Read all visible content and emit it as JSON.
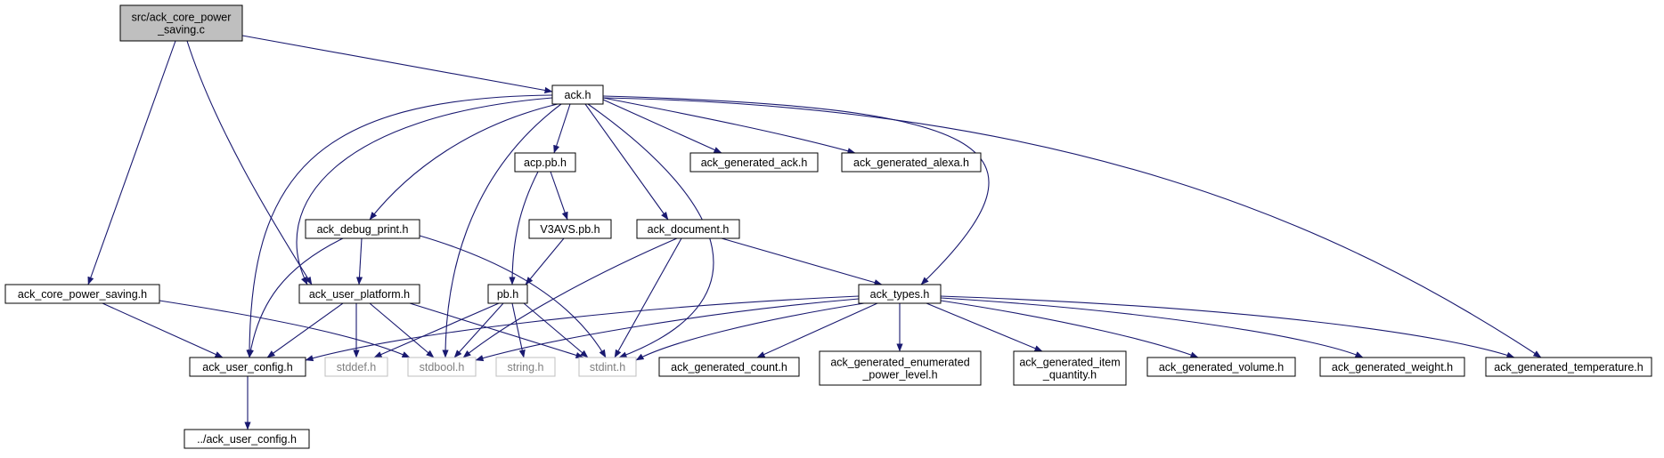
{
  "colors": {
    "edge": "#191970",
    "node_border": "#000000",
    "system_border": "#bfbfbf",
    "system_text": "#7f7f7f",
    "root_fill": "#bfbfbf",
    "text": "#000000"
  },
  "graph": {
    "nodes": [
      {
        "id": "root",
        "lines": [
          "src/ack_core_power",
          "_saving.c"
        ],
        "kind": "root"
      },
      {
        "id": "ack_h",
        "lines": [
          "ack.h"
        ],
        "kind": "normal"
      },
      {
        "id": "acp_pb_h",
        "lines": [
          "acp.pb.h"
        ],
        "kind": "normal"
      },
      {
        "id": "ack_generated_ack_h",
        "lines": [
          "ack_generated_ack.h"
        ],
        "kind": "normal"
      },
      {
        "id": "ack_generated_alexa_h",
        "lines": [
          "ack_generated_alexa.h"
        ],
        "kind": "normal"
      },
      {
        "id": "ack_debug_print_h",
        "lines": [
          "ack_debug_print.h"
        ],
        "kind": "normal"
      },
      {
        "id": "v3avs_pb_h",
        "lines": [
          "V3AVS.pb.h"
        ],
        "kind": "normal"
      },
      {
        "id": "ack_document_h",
        "lines": [
          "ack_document.h"
        ],
        "kind": "normal"
      },
      {
        "id": "ack_core_power_saving_h",
        "lines": [
          "ack_core_power_saving.h"
        ],
        "kind": "normal"
      },
      {
        "id": "ack_user_platform_h",
        "lines": [
          "ack_user_platform.h"
        ],
        "kind": "normal"
      },
      {
        "id": "pb_h",
        "lines": [
          "pb.h"
        ],
        "kind": "normal"
      },
      {
        "id": "ack_types_h",
        "lines": [
          "ack_types.h"
        ],
        "kind": "normal"
      },
      {
        "id": "ack_user_config_h",
        "lines": [
          "ack_user_config.h"
        ],
        "kind": "normal"
      },
      {
        "id": "stddef_h",
        "lines": [
          "stddef.h"
        ],
        "kind": "system"
      },
      {
        "id": "stdbool_h",
        "lines": [
          "stdbool.h"
        ],
        "kind": "system"
      },
      {
        "id": "string_h",
        "lines": [
          "string.h"
        ],
        "kind": "system"
      },
      {
        "id": "stdint_h",
        "lines": [
          "stdint.h"
        ],
        "kind": "system"
      },
      {
        "id": "ack_generated_count_h",
        "lines": [
          "ack_generated_count.h"
        ],
        "kind": "normal"
      },
      {
        "id": "ack_generated_enumerated_power_level_h",
        "lines": [
          "ack_generated_enumerated",
          "_power_level.h"
        ],
        "kind": "normal"
      },
      {
        "id": "ack_generated_item_quantity_h",
        "lines": [
          "ack_generated_item",
          "_quantity.h"
        ],
        "kind": "normal"
      },
      {
        "id": "ack_generated_volume_h",
        "lines": [
          "ack_generated_volume.h"
        ],
        "kind": "normal"
      },
      {
        "id": "ack_generated_weight_h",
        "lines": [
          "ack_generated_weight.h"
        ],
        "kind": "normal"
      },
      {
        "id": "ack_generated_temperature_h",
        "lines": [
          "ack_generated_temperature.h"
        ],
        "kind": "normal"
      },
      {
        "id": "parent_ack_user_config_h",
        "lines": [
          "../ack_user_config.h"
        ],
        "kind": "normal"
      }
    ],
    "edges": [
      [
        "root",
        "ack_h"
      ],
      [
        "root",
        "ack_core_power_saving_h"
      ],
      [
        "root",
        "ack_user_platform_h"
      ],
      [
        "ack_h",
        "acp_pb_h"
      ],
      [
        "ack_h",
        "ack_generated_ack_h"
      ],
      [
        "ack_h",
        "ack_generated_alexa_h"
      ],
      [
        "ack_h",
        "ack_debug_print_h"
      ],
      [
        "ack_h",
        "ack_document_h"
      ],
      [
        "ack_h",
        "ack_types_h"
      ],
      [
        "ack_h",
        "ack_generated_temperature_h"
      ],
      [
        "ack_h",
        "ack_user_config_h"
      ],
      [
        "ack_h",
        "ack_user_platform_h"
      ],
      [
        "ack_h",
        "stdbool_h"
      ],
      [
        "ack_h",
        "stdint_h"
      ],
      [
        "acp_pb_h",
        "v3avs_pb_h"
      ],
      [
        "acp_pb_h",
        "pb_h"
      ],
      [
        "v3avs_pb_h",
        "pb_h"
      ],
      [
        "ack_debug_print_h",
        "ack_user_platform_h"
      ],
      [
        "ack_debug_print_h",
        "ack_user_config_h"
      ],
      [
        "ack_debug_print_h",
        "stdint_h"
      ],
      [
        "ack_document_h",
        "ack_types_h"
      ],
      [
        "ack_document_h",
        "stdbool_h"
      ],
      [
        "ack_document_h",
        "stdint_h"
      ],
      [
        "ack_core_power_saving_h",
        "ack_user_config_h"
      ],
      [
        "ack_core_power_saving_h",
        "stdbool_h"
      ],
      [
        "ack_user_platform_h",
        "ack_user_config_h"
      ],
      [
        "ack_user_platform_h",
        "stddef_h"
      ],
      [
        "ack_user_platform_h",
        "stdbool_h"
      ],
      [
        "ack_user_platform_h",
        "stdint_h"
      ],
      [
        "pb_h",
        "stddef_h"
      ],
      [
        "pb_h",
        "stdbool_h"
      ],
      [
        "pb_h",
        "string_h"
      ],
      [
        "pb_h",
        "stdint_h"
      ],
      [
        "ack_types_h",
        "ack_user_config_h"
      ],
      [
        "ack_types_h",
        "stdbool_h"
      ],
      [
        "ack_types_h",
        "stdint_h"
      ],
      [
        "ack_types_h",
        "ack_generated_count_h"
      ],
      [
        "ack_types_h",
        "ack_generated_enumerated_power_level_h"
      ],
      [
        "ack_types_h",
        "ack_generated_item_quantity_h"
      ],
      [
        "ack_types_h",
        "ack_generated_volume_h"
      ],
      [
        "ack_types_h",
        "ack_generated_weight_h"
      ],
      [
        "ack_types_h",
        "ack_generated_temperature_h"
      ],
      [
        "ack_user_config_h",
        "parent_ack_user_config_h"
      ]
    ]
  }
}
